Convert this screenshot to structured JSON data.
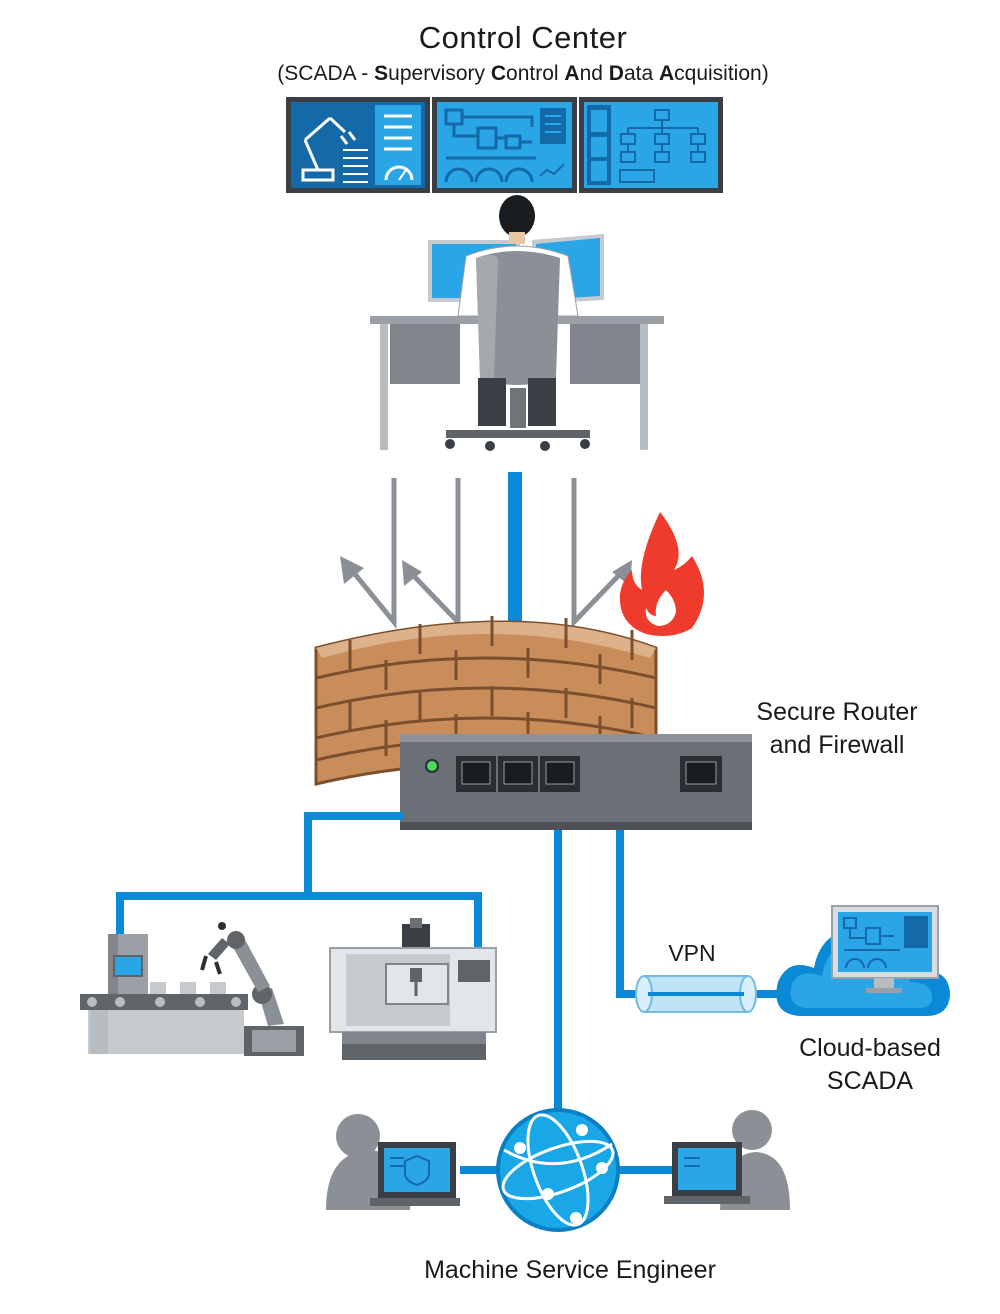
{
  "title": "Control Center",
  "subtitle": {
    "open": "(SCADA - ",
    "w1_b": "S",
    "w1_r": "upervisory ",
    "w2_b": "C",
    "w2_r": "ontrol ",
    "w3_b": "A",
    "w3_r": "nd ",
    "w4_b": "D",
    "w4_r": "ata ",
    "w5_b": "A",
    "w5_r": "cquisition)"
  },
  "router_label": {
    "line1": "Secure Router",
    "line2": "and Firewall"
  },
  "vpn_label": "VPN",
  "cloud_label": {
    "line1": "Cloud-based",
    "line2": "SCADA"
  },
  "engineer_label": "Machine Service Engineer",
  "colors": {
    "link_blue": "#0a8ad6",
    "screen_blue": "#2aa5e6",
    "screen_dark": "#1469a8",
    "gray": "#8b9096",
    "dark_gray": "#5f6469",
    "brick": "#c98d5b",
    "flame": "#ef3b2c"
  }
}
